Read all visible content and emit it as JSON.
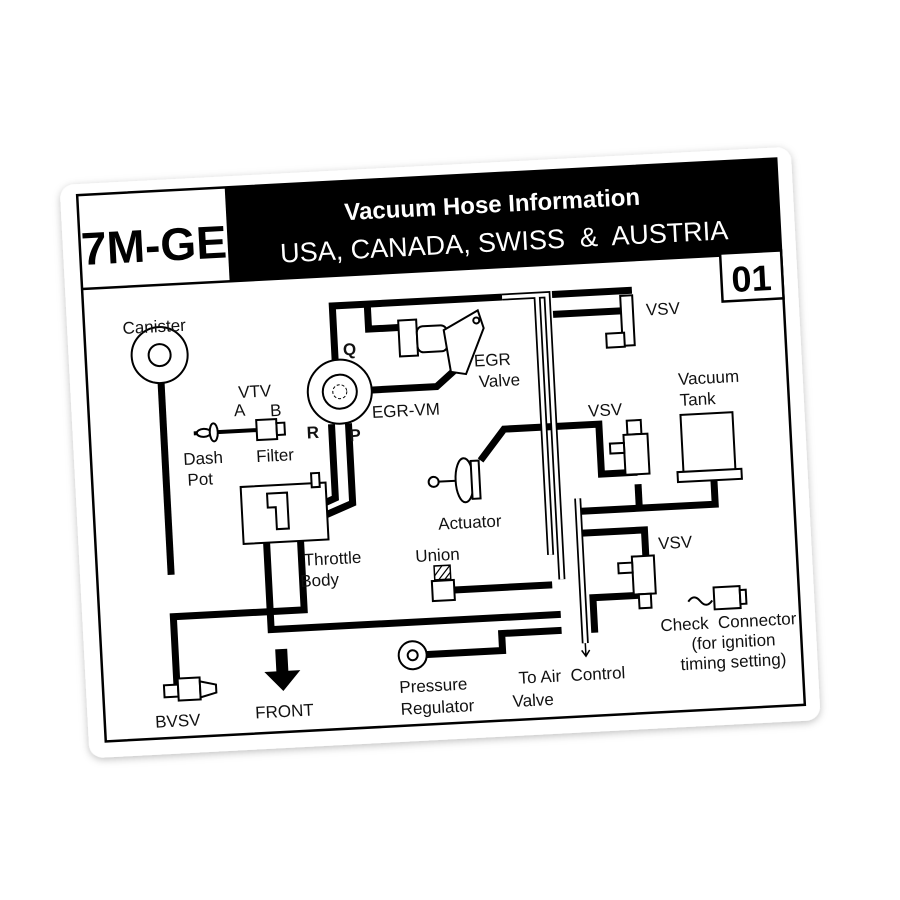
{
  "header": {
    "engine_code": "7M-GE",
    "title": "Vacuum Hose Information",
    "regions": "USA, CANADA, SWISS  &  AUSTRIA",
    "label_number": "01"
  },
  "labels": {
    "canister": "Canister",
    "vtv": "VTV",
    "vtv_a": "A",
    "vtv_b": "B",
    "dash": "Dash",
    "pot": "Pot",
    "filter": "Filter",
    "q": "Q",
    "r": "R",
    "p": "P",
    "egr_vm": "EGR-VM",
    "egr": "EGR",
    "valve": "Valve",
    "throttle": "Throttle",
    "body": "Body",
    "actuator": "Actuator",
    "union": "Union",
    "pressure": "Pressure",
    "regulator": "Regulator",
    "to_air_control": "To Air  Control",
    "air_valve": "Valve",
    "vsv_top": "VSV",
    "vsv_mid": "VSV",
    "vsv_low": "VSV",
    "vacuum": "Vacuum",
    "tank": "Tank",
    "check_connector": "Check  Connector",
    "for_ignition": "(for ignition",
    "timing_setting": "timing setting)",
    "bvsv": "BVSV",
    "front": "FRONT"
  }
}
